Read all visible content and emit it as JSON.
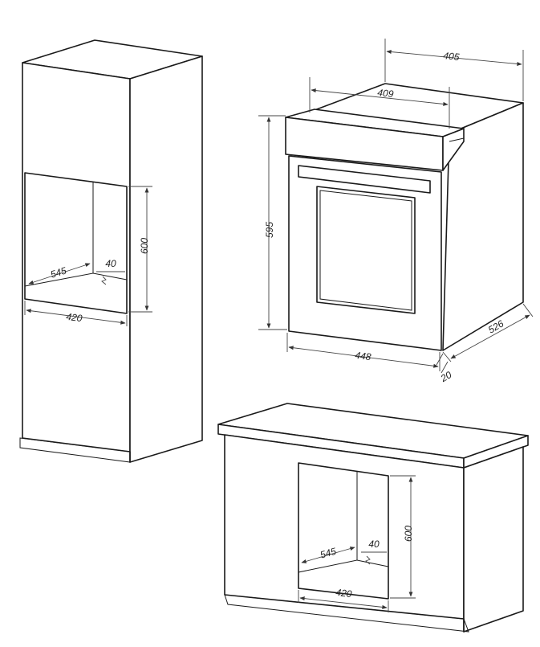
{
  "tall_cabinet": {
    "depth": "545",
    "gap": "40",
    "height": "600",
    "width": "420"
  },
  "oven": {
    "top_depth": "405",
    "inner_depth": "409",
    "height": "595",
    "width": "448",
    "depth": "526",
    "front_offset": "20"
  },
  "base_cabinet": {
    "depth": "545",
    "gap": "40",
    "height": "600",
    "width": "420"
  }
}
